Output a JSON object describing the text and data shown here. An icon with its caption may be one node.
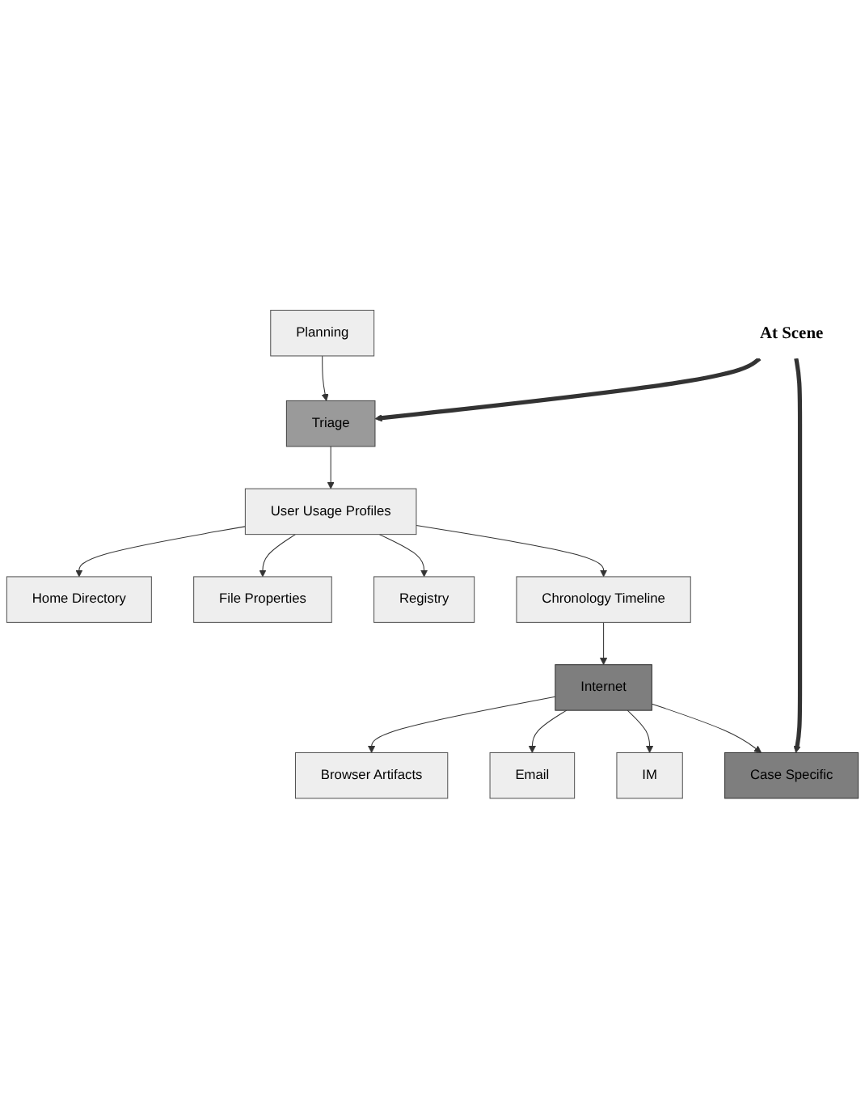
{
  "diagram": {
    "nodes": [
      {
        "text": [
          "Planning"
        ]
      },
      {
        "text": [
          "Triage"
        ]
      },
      {
        "text": [
          "User Usage Profiles"
        ]
      },
      {
        "text": [
          "Home Directory"
        ]
      },
      {
        "text": [
          "File Properties"
        ]
      },
      {
        "text": [
          "Registry"
        ]
      },
      {
        "text": [
          "Chronology Timeline"
        ]
      },
      {
        "text": [
          "Browser Artifacts"
        ]
      },
      {
        "text": [
          "Internet"
        ]
      },
      {
        "text": [
          "Email"
        ]
      },
      {
        "text": [
          "IM"
        ]
      },
      {
        "text": [
          "Case Specific"
        ]
      },
      {
        "text": [
          "At Scene"
        ]
      }
    ],
    "edges": [
      {
        "from": 0,
        "to": 1,
        "arrow": "to"
      },
      {
        "from": 1,
        "to": 2,
        "arrow": "to"
      },
      {
        "from": 2,
        "to": 3,
        "arrow": "to"
      },
      {
        "from": 2,
        "to": 4,
        "arrow": "to"
      },
      {
        "from": 2,
        "to": 5,
        "arrow": "to"
      },
      {
        "from": 2,
        "to": 6,
        "arrow": "to"
      },
      {
        "from": 6,
        "to": 8,
        "arrow": "to"
      },
      {
        "from": 8,
        "to": 7,
        "arrow": "to"
      },
      {
        "from": 8,
        "to": 9,
        "arrow": "to"
      },
      {
        "from": 8,
        "to": 10,
        "arrow": "to"
      },
      {
        "from": 8,
        "to": 11,
        "arrow": "to"
      },
      {
        "from": 12,
        "to": 1,
        "arrow": "to",
        "style": "thick"
      },
      {
        "from": 12,
        "to": 11,
        "arrow": "to",
        "style": "thick"
      }
    ]
  }
}
